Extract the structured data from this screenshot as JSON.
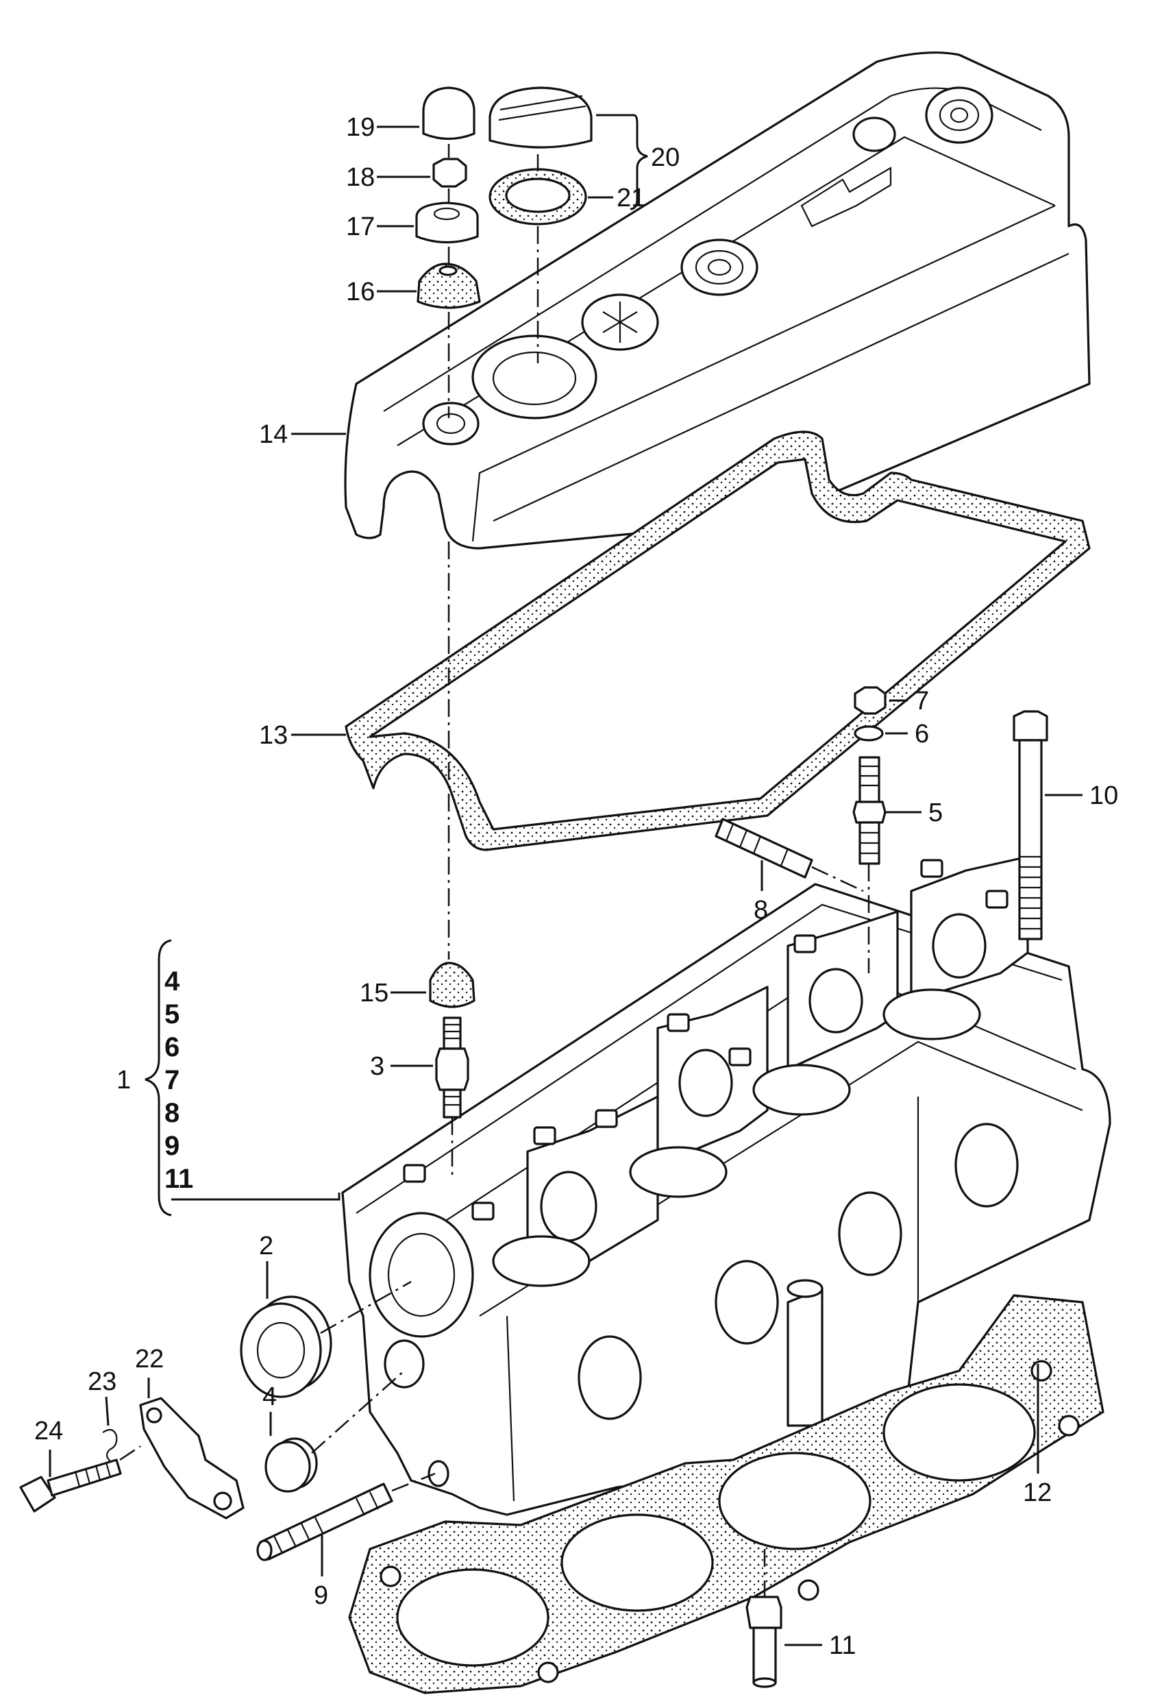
{
  "callouts": {
    "c1": "1",
    "c2": "2",
    "c3": "3",
    "c4a": "4",
    "c4b": "4",
    "c5": "5",
    "c6": "6",
    "c7": "7",
    "c8": "8",
    "c9": "9",
    "c10": "10",
    "c11": "11",
    "c12": "12",
    "c13": "13",
    "c14": "14",
    "c15": "15",
    "c16": "16",
    "c17": "17",
    "c18": "18",
    "c19": "19",
    "c20": "20",
    "c21": "21",
    "c22": "22",
    "c23": "23",
    "c24": "24"
  },
  "kit_1_contents": [
    "4",
    "5",
    "6",
    "7",
    "8",
    "9",
    "11"
  ]
}
